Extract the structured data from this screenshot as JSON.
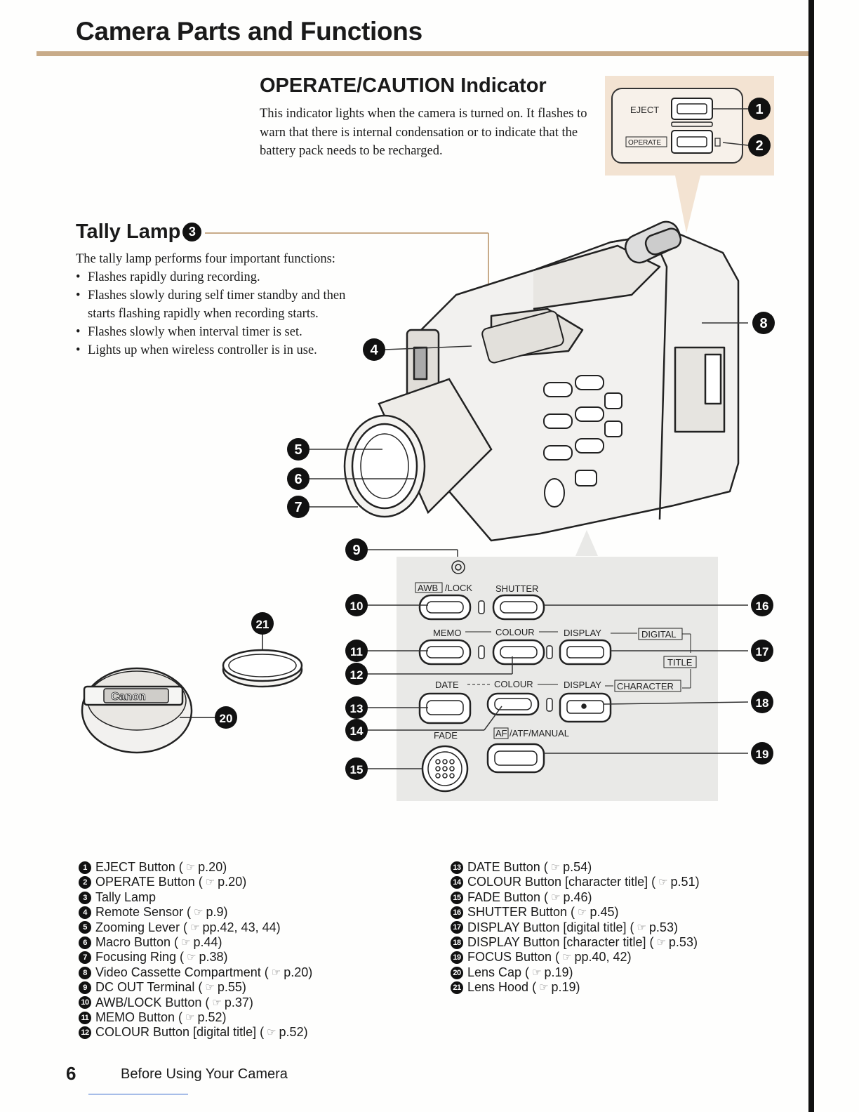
{
  "page": {
    "title": "Camera Parts and Functions",
    "number": "6",
    "footer": "Before Using Your Camera"
  },
  "operate_section": {
    "heading": "OPERATE/CAUTION Indicator",
    "body": "This indicator lights when the camera is turned on. It flashes to warn that there is internal condensation or to indicate that the battery pack needs to be recharged."
  },
  "tally_section": {
    "heading": "Tally Lamp",
    "heading_marker": "3",
    "intro": "The tally lamp performs four important functions:",
    "items": [
      "Flashes rapidly during recording.",
      "Flashes slowly during self timer standby and then starts flashing rapidly when recording starts.",
      "Flashes slowly when interval timer is set.",
      "Lights up when wireless controller is in use."
    ]
  },
  "panel_labels": {
    "eject": "EJECT",
    "operate": "OPERATE",
    "awb": "AWB",
    "lock": "/LOCK",
    "shutter": "SHUTTER",
    "memo": "MEMO",
    "colour": "COLOUR",
    "display": "DISPLAY",
    "digital": "DIGITAL",
    "title": "TITLE",
    "date": "DATE",
    "character": "CHARACTER",
    "fade": "FADE",
    "af": "AF",
    "atf_manual": "/ATF/MANUAL",
    "brand": "Canon"
  },
  "callouts": [
    "1",
    "2",
    "3",
    "4",
    "5",
    "6",
    "7",
    "8",
    "9",
    "10",
    "11",
    "12",
    "13",
    "14",
    "15",
    "16",
    "17",
    "18",
    "19",
    "20",
    "21"
  ],
  "legend_left": [
    {
      "num": "1",
      "label": "EJECT Button (",
      "ref": "p.20)"
    },
    {
      "num": "2",
      "label": "OPERATE Button (",
      "ref": "p.20)"
    },
    {
      "num": "3",
      "label": "Tally Lamp",
      "ref": ""
    },
    {
      "num": "4",
      "label": "Remote Sensor (",
      "ref": "p.9)"
    },
    {
      "num": "5",
      "label": "Zooming Lever (",
      "ref": "pp.42, 43, 44)"
    },
    {
      "num": "6",
      "label": "Macro Button (",
      "ref": "p.44)"
    },
    {
      "num": "7",
      "label": "Focusing Ring (",
      "ref": "p.38)"
    },
    {
      "num": "8",
      "label": "Video Cassette Compartment (",
      "ref": "p.20)"
    },
    {
      "num": "9",
      "label": "DC OUT Terminal (",
      "ref": "p.55)"
    },
    {
      "num": "10",
      "label": "AWB/LOCK Button (",
      "ref": "p.37)"
    },
    {
      "num": "11",
      "label": "MEMO Button (",
      "ref": "p.52)"
    },
    {
      "num": "12",
      "label": "COLOUR Button [digital title] (",
      "ref": "p.52)"
    }
  ],
  "legend_right": [
    {
      "num": "13",
      "label": "DATE Button (",
      "ref": "p.54)"
    },
    {
      "num": "14",
      "label": "COLOUR Button [character title] (",
      "ref": "p.51)"
    },
    {
      "num": "15",
      "label": "FADE Button (",
      "ref": "p.46)"
    },
    {
      "num": "16",
      "label": "SHUTTER Button (",
      "ref": "p.45)"
    },
    {
      "num": "17",
      "label": "DISPLAY Button [digital title] (",
      "ref": "p.53)"
    },
    {
      "num": "18",
      "label": "DISPLAY Button [character title] (",
      "ref": "p.53)"
    },
    {
      "num": "19",
      "label": "FOCUS Button (",
      "ref": "pp.40, 42)"
    },
    {
      "num": "20",
      "label": "Lens Cap (",
      "ref": "p.19)"
    },
    {
      "num": "21",
      "label": "Lens Hood (",
      "ref": "p.19)"
    }
  ],
  "colors": {
    "accent_rule": "#c8ab89",
    "panel_bg": "#f3e3d2",
    "control_panel_bg": "#e9e9e7",
    "ink": "#1a1a1a"
  },
  "icons": {
    "reference": "pointing-hand-icon",
    "callout": "numbered-circle-icon"
  }
}
